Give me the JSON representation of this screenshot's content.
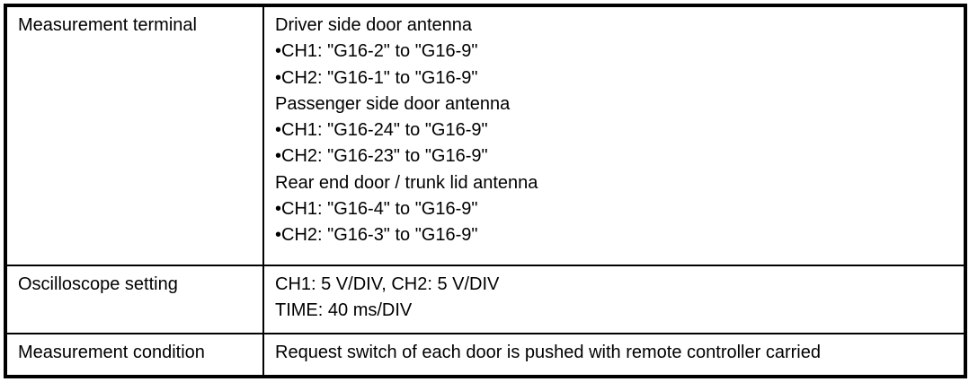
{
  "rows": [
    {
      "label": "Measurement terminal",
      "lines": [
        "Driver side door antenna",
        "•CH1: \"G16-2\" to \"G16-9\"",
        "•CH2: \"G16-1\" to \"G16-9\"",
        "Passenger side door antenna",
        "•CH1: \"G16-24\" to \"G16-9\"",
        "•CH2: \"G16-23\" to \"G16-9\"",
        "Rear end door / trunk lid antenna",
        "•CH1: \"G16-4\" to \"G16-9\"",
        "•CH2: \"G16-3\" to \"G16-9\""
      ]
    },
    {
      "label": "Oscilloscope setting",
      "lines": [
        "CH1: 5 V/DIV, CH2: 5 V/DIV",
        "TIME: 40 ms/DIV"
      ]
    },
    {
      "label": "Measurement condition",
      "lines": [
        "Request switch of each door is pushed with remote controller carried"
      ]
    }
  ]
}
